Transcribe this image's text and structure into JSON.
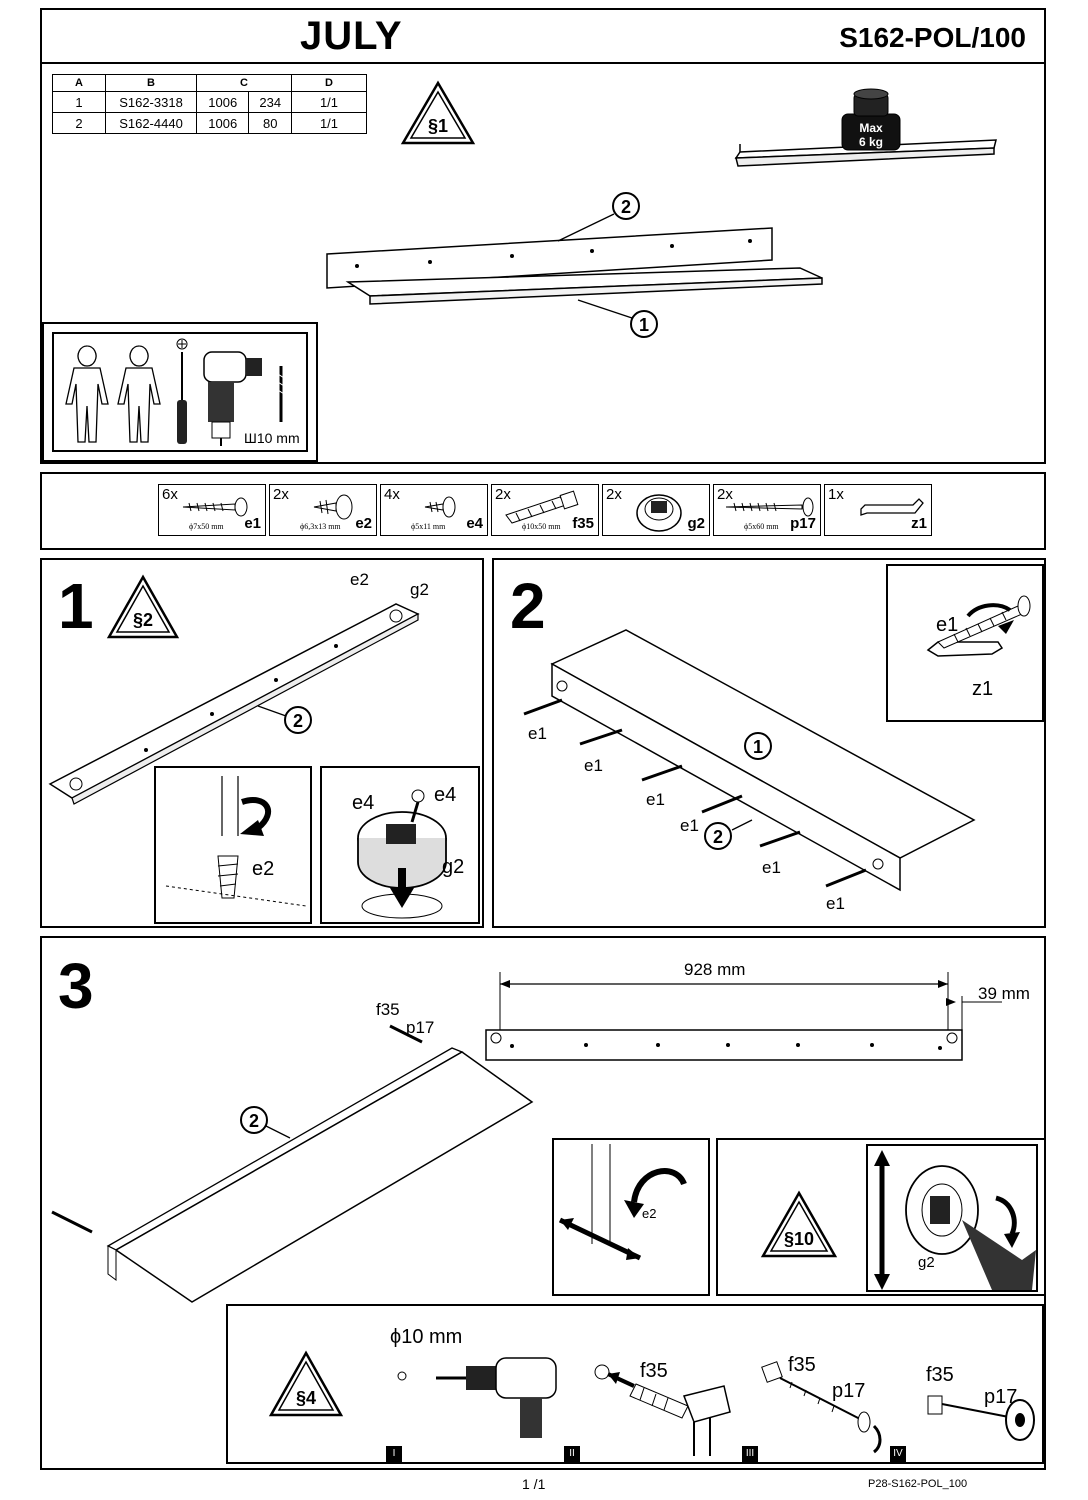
{
  "header": {
    "title": "JULY",
    "code": "S162-POL/100"
  },
  "parts_table": {
    "headers": [
      "A",
      "B",
      "C",
      "",
      "D"
    ],
    "rows": [
      [
        "1",
        "S162-3318",
        "1006",
        "234",
        "1/1"
      ],
      [
        "2",
        "S162-4440",
        "1006",
        "80",
        "1/1"
      ]
    ]
  },
  "warnings": {
    "s1": "§1",
    "s2": "§2",
    "s4": "§4",
    "s10": "§10"
  },
  "load": {
    "max": "Max",
    "weight": "6 kg"
  },
  "tools": {
    "drill_bit": "Ш10 mm"
  },
  "hardware": [
    {
      "qty": "6x",
      "size": "ϕ7x50 mm",
      "id": "e1"
    },
    {
      "qty": "2x",
      "size": "ϕ6,3x13 mm",
      "id": "e2"
    },
    {
      "qty": "4x",
      "size": "ϕ5x11 mm",
      "id": "e4"
    },
    {
      "qty": "2x",
      "size": "ϕ10x50 mm",
      "id": "f35"
    },
    {
      "qty": "2x",
      "size": "",
      "id": "g2"
    },
    {
      "qty": "2x",
      "size": "ϕ5x60 mm",
      "id": "p17"
    },
    {
      "qty": "1x",
      "size": "",
      "id": "z1"
    }
  ],
  "steps": {
    "s1": "1",
    "s2": "2",
    "s3": "3"
  },
  "part_labels": {
    "p1": "1",
    "p2": "2"
  },
  "labels": {
    "e1": "e1",
    "e2": "e2",
    "e4": "e4",
    "f35": "f35",
    "g2": "g2",
    "p17": "p17",
    "z1": "z1"
  },
  "dimensions": {
    "width": "928 mm",
    "edge": "39 mm",
    "drill": "ϕ10 mm"
  },
  "substeps": [
    "I",
    "II",
    "III",
    "IV"
  ],
  "footer": {
    "page": "1 /1",
    "doc": "P28-S162-POL_100"
  }
}
